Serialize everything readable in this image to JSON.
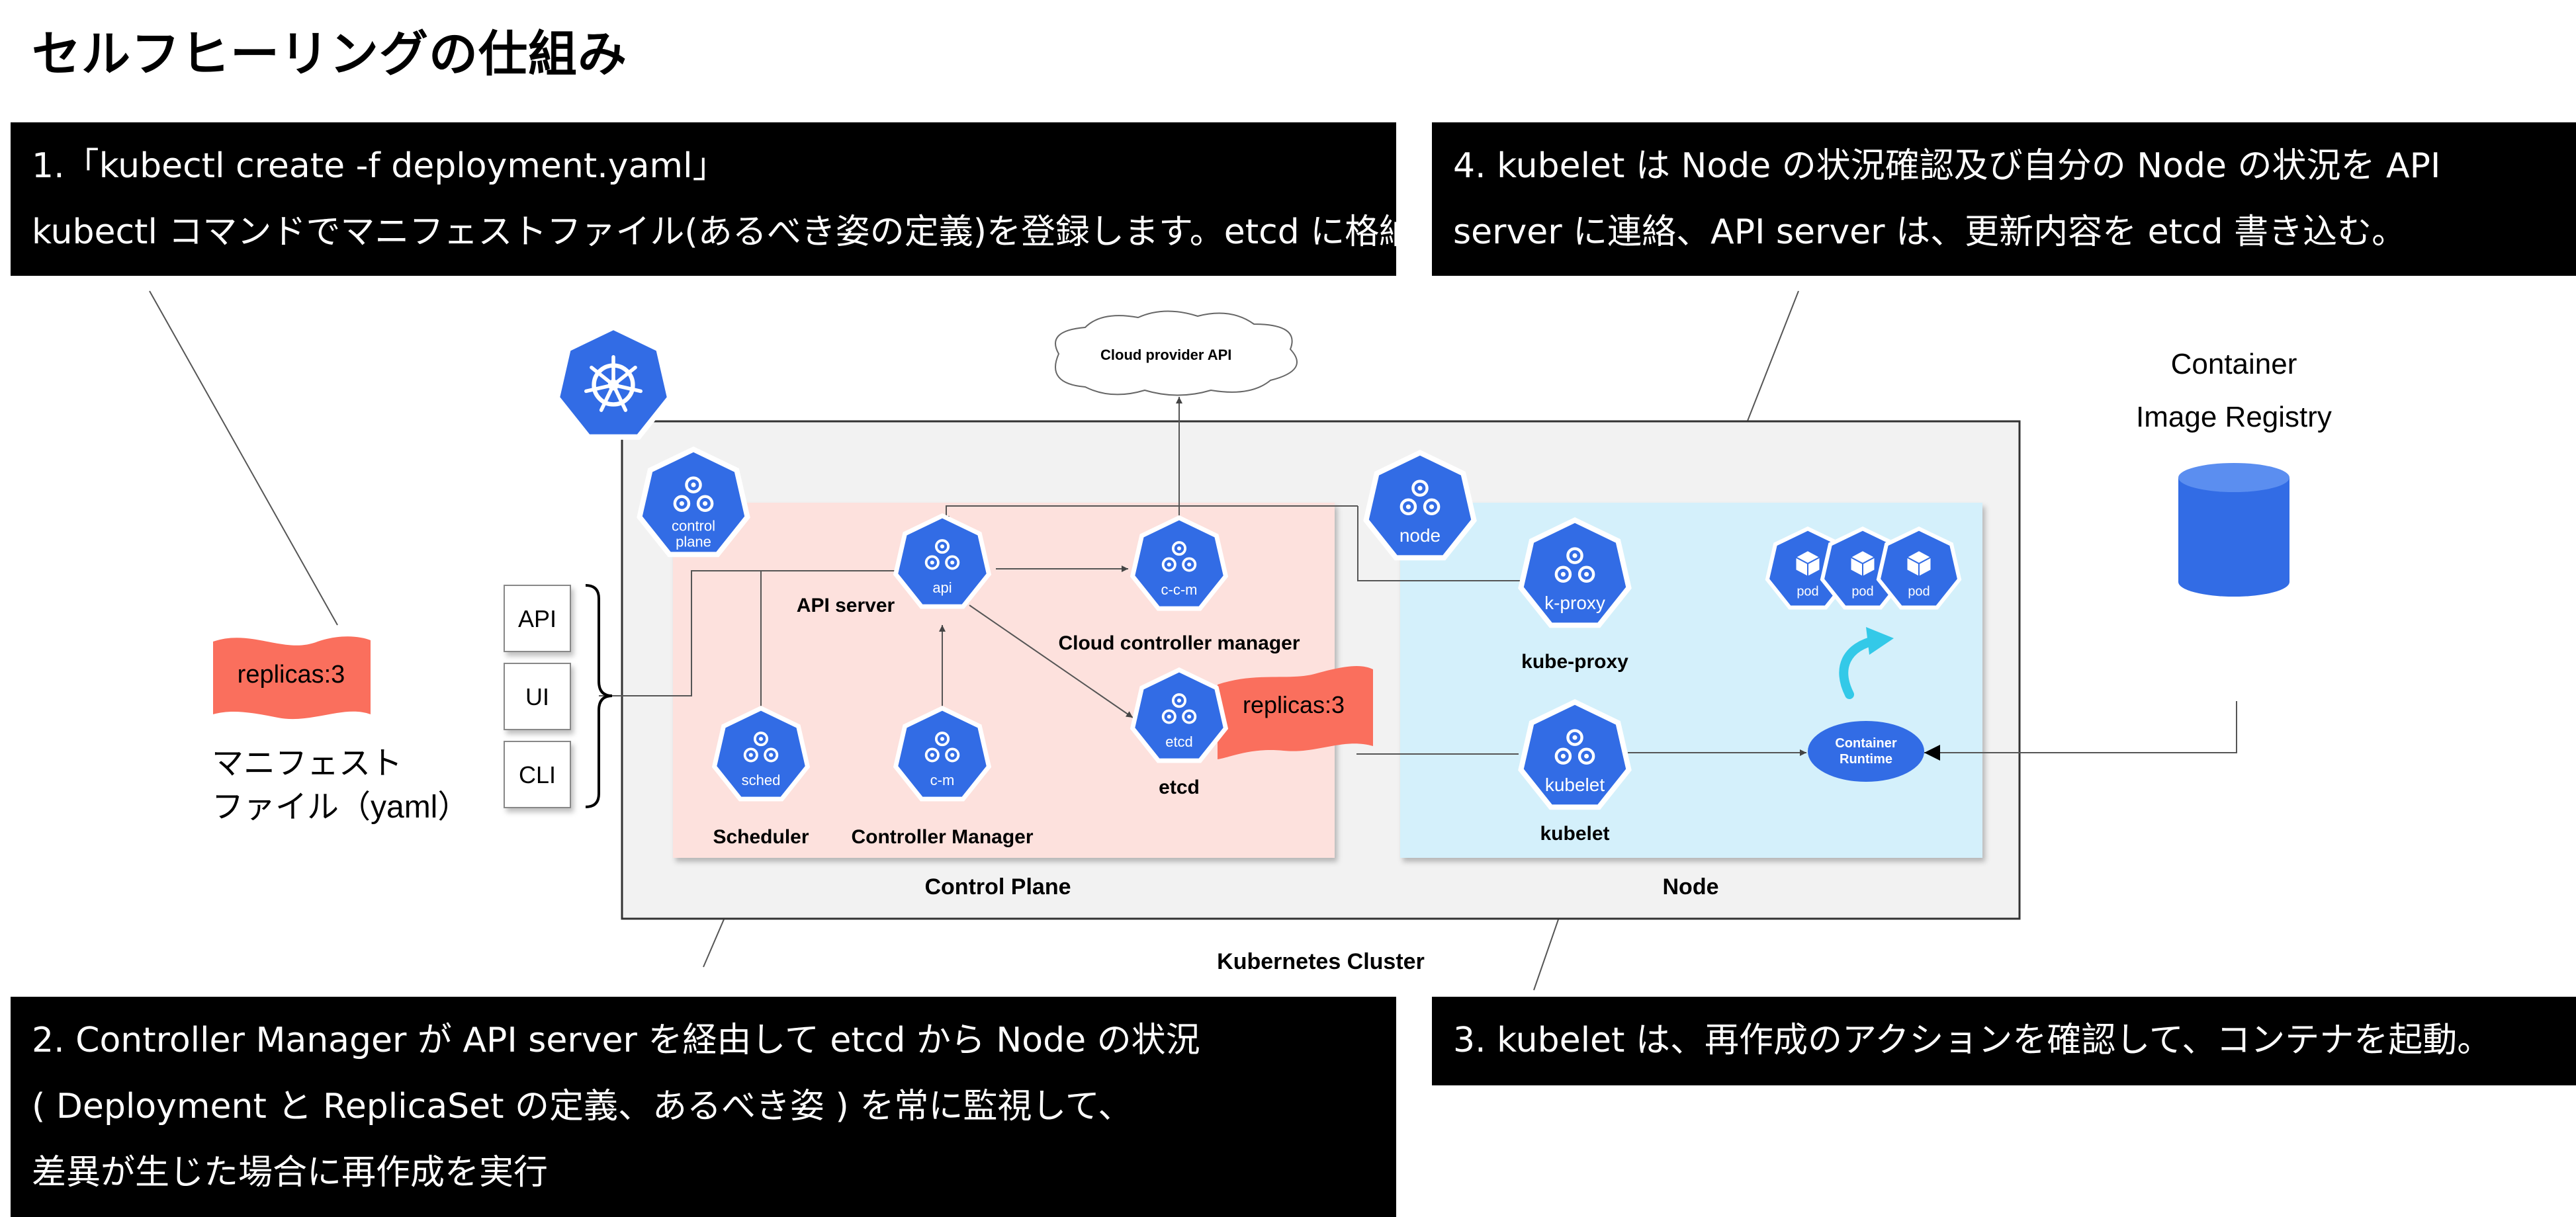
{
  "title": "セルフヒーリングの仕組み",
  "callouts": {
    "step1": {
      "line1": "1.「kubectl create -f deployment.yaml」",
      "line2": "kubectl コマンドでマニフェストファイル(あるべき姿の定義)を登録します。etcd に格納されます。"
    },
    "step4": {
      "line1": "4. kubelet は Node の状況確認及び自分の Node の状況を API",
      "line2": "server に連絡、API server は、更新内容を etcd 書き込む。"
    },
    "step2": {
      "line1": "2. Controller Manager が API server を経由して etcd から Node の状況",
      "line2": "( Deployment と ReplicaSet の定義、あるべき姿 ) を常に監視して、",
      "line3": "差異が生じた場合に再作成を実行"
    },
    "step3": {
      "line1": "3. kubelet は、再作成のアクションを確認して、コンテナを起動。"
    }
  },
  "manifest": {
    "flag_text": "replicas:3",
    "caption_line1": "マニフェスト",
    "caption_line2": "ファイル（yaml）"
  },
  "clients": [
    "API",
    "UI",
    "CLI"
  ],
  "cluster": {
    "name": "Kubernetes Cluster",
    "control_plane_label": "Control Plane",
    "node_label": "Node",
    "cloud_api": "Cloud provider API",
    "components": {
      "api_server": {
        "icon_text": "api",
        "label": "API server"
      },
      "ccm": {
        "icon_text": "c-c-m",
        "label": "Cloud controller manager"
      },
      "etcd": {
        "icon_text": "etcd",
        "label": "etcd"
      },
      "scheduler": {
        "icon_text": "sched",
        "label": "Scheduler"
      },
      "controller_manager": {
        "icon_text": "c-m",
        "label": "Controller Manager"
      },
      "control_plane_icon": {
        "icon_text_1": "control",
        "icon_text_2": "plane"
      },
      "node_icon": {
        "icon_text": "node"
      },
      "kube_proxy": {
        "icon_text": "k-proxy",
        "label": "kube-proxy"
      },
      "kubelet": {
        "icon_text": "kubelet",
        "label": "kubelet"
      },
      "pods": [
        "pod",
        "pod",
        "pod"
      ],
      "container_runtime": {
        "line1": "Container",
        "line2": "Runtime"
      }
    },
    "etcd_flag_text": "replicas:3"
  },
  "registry": {
    "line1": "Container",
    "line2": "Image Registry"
  },
  "colors": {
    "k8s_blue": "#326ce5",
    "control_plane_bg": "#fde1dd",
    "node_bg": "#d4f0fb",
    "cluster_bg": "#f2f2f2",
    "flag": "#fa6f5d",
    "registry_db": "#326ce5",
    "arrow_cyan": "#33c9e8"
  }
}
